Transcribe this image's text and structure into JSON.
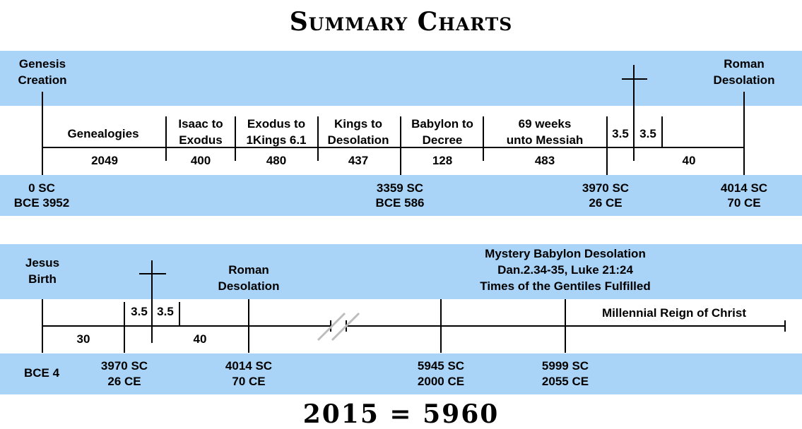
{
  "title": "Summary Charts",
  "footer": "2015 = 5960",
  "chart1": {
    "top_left": "Genesis\nCreation",
    "top_right": "Roman\nDesolation",
    "segments": [
      {
        "label": "Genealogies",
        "value": "2049"
      },
      {
        "label": "Isaac to\nExodus",
        "value": "400"
      },
      {
        "label": "Exodus to\n1Kings 6.1",
        "value": "480"
      },
      {
        "label": "Kings to\nDesolation",
        "value": "437"
      },
      {
        "label": "Babylon to\nDecree",
        "value": "128"
      },
      {
        "label": "69 weeks\nunto Messiah",
        "value": "483"
      },
      {
        "label": "3.5",
        "value": ""
      },
      {
        "label": "3.5",
        "value": ""
      },
      {
        "label": "",
        "value": "40"
      }
    ],
    "dates": [
      {
        "line1": "0 SC",
        "line2": "BCE 3952"
      },
      {
        "line1": "3359 SC",
        "line2": "BCE 586"
      },
      {
        "line1": "3970 SC",
        "line2": "26 CE"
      },
      {
        "line1": "4014 SC",
        "line2": "70 CE"
      }
    ]
  },
  "chart2": {
    "top_left": "Jesus\nBirth",
    "top_mid": "Roman\nDesolation",
    "top_right": "Mystery Babylon Desolation\nDan.2.34-35, Luke 21:24\nTimes of the Gentiles Fulfilled",
    "half1": "3.5",
    "half2": "3.5",
    "val_30": "30",
    "val_40": "40",
    "millennial": "Millennial Reign of Christ",
    "dates": [
      {
        "line1": "BCE 4",
        "line2": ""
      },
      {
        "line1": "3970 SC",
        "line2": "26 CE"
      },
      {
        "line1": "4014 SC",
        "line2": "70 CE"
      },
      {
        "line1": "5945 SC",
        "line2": "2000 CE"
      },
      {
        "line1": "5999 SC",
        "line2": "2055 CE"
      }
    ]
  }
}
